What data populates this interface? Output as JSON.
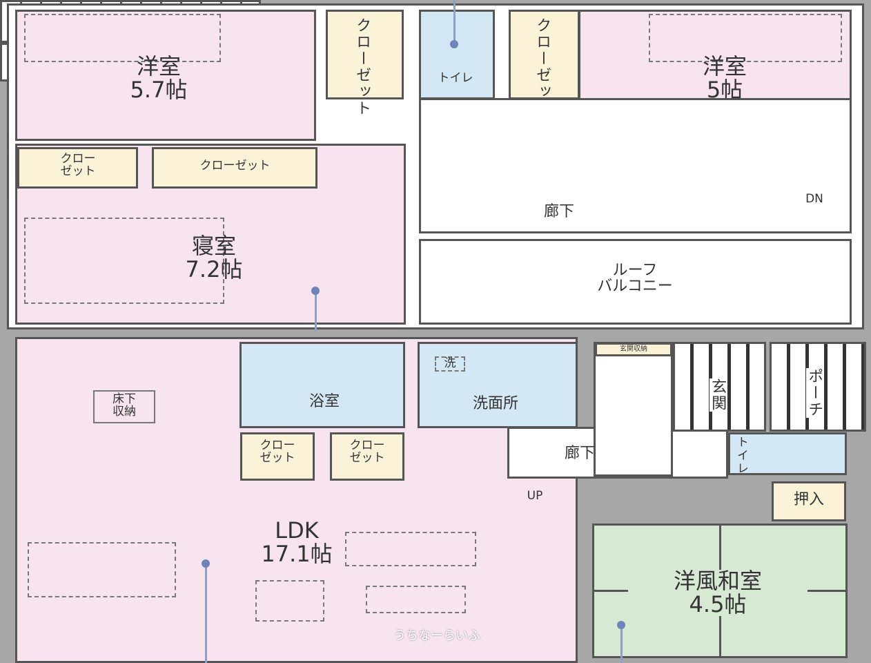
{
  "floors": {
    "upper": {
      "rooms": [
        {
          "name": "洋室",
          "size": "5.7帖"
        },
        {
          "name": "洋室",
          "size": "5帖"
        },
        {
          "name": "寝室",
          "size": "7.2帖"
        }
      ],
      "closet_label": "クローゼット",
      "closet_label_split": "クロー\nゼット",
      "toilet": "トイレ",
      "hallway": "廊下",
      "stairs_dir": "DN",
      "balcony": "ルーフ\nバルコニー"
    },
    "lower": {
      "ldk": {
        "name": "LDK",
        "size": "17.1帖"
      },
      "washitsu": {
        "name": "洋風和室",
        "size": "4.5帖"
      },
      "bath": "浴室",
      "washroom": "洗面所",
      "washer": "洗",
      "underfloor": "床下\n収納",
      "closet_label_split": "クロー\nゼット",
      "hallway": "廊下",
      "entrance": "玄関",
      "entrance_storage": "玄関収納",
      "porch": "ポーチ",
      "toilet": "トイレ",
      "oshiire": "押入",
      "stairs_dir": "UP"
    }
  },
  "watermark": "うちなーらいふ",
  "colors": {
    "room_pink": "#f7e4ee",
    "closet": "#fbf3d8",
    "wet_area": "#d3e8f4",
    "japanese_room": "#d6e9d3",
    "wall": "#555555"
  }
}
